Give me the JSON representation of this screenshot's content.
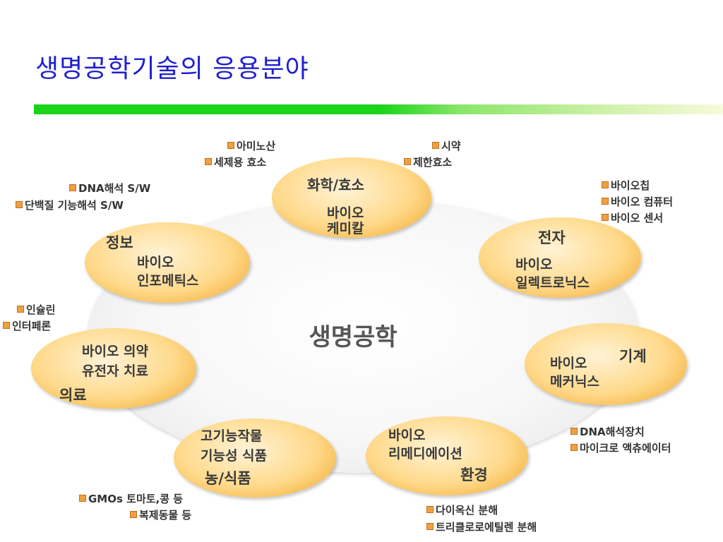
{
  "title": "생명공학기술의 응용분야",
  "center": "생명공학",
  "colors": {
    "title": "#1f1fcf",
    "bar_start": "#19d419",
    "bar_end": "#f6fbd9",
    "node": "#ffd98a"
  },
  "nodes": {
    "chemistry": {
      "name": "화학/효소",
      "line1": "바이오",
      "line2": "케미칼"
    },
    "info": {
      "name": "정보",
      "line1": "바이오",
      "line2": "인포메틱스"
    },
    "electronics": {
      "name": "전자",
      "line1": "바이오",
      "line2": "일렉트로닉스"
    },
    "medical": {
      "name": "의료",
      "line1": "바이오 의약",
      "line2": "유전자 치료"
    },
    "machine": {
      "name": "기계",
      "line1": "바이오",
      "line2": "메커닉스"
    },
    "agri": {
      "name": "농/식품",
      "line1": "고기능작물",
      "line2": "기능성 식품"
    },
    "env": {
      "name": "환경",
      "line1": "바이오",
      "line2": "리메디에이션"
    }
  },
  "labels": {
    "chemistry_left": [
      "아미노산",
      "세제용 효소"
    ],
    "chemistry_right": [
      "시약",
      "제한효소"
    ],
    "info": [
      "DNA해석 S/W",
      "단백질 기능해석 S/W"
    ],
    "electronics": [
      "바이오칩",
      "바이오 컴퓨터",
      "바이오 센서"
    ],
    "medical": [
      "인슐린",
      "인터페론"
    ],
    "machine": [
      "DNA해석장치",
      "마이크로 액츄에이터"
    ],
    "agri": [
      "GMOs 토마토,콩 등",
      "복제동물 등"
    ],
    "env": [
      "다이옥신 분해",
      "트리클로로에틸렌 분해"
    ]
  }
}
